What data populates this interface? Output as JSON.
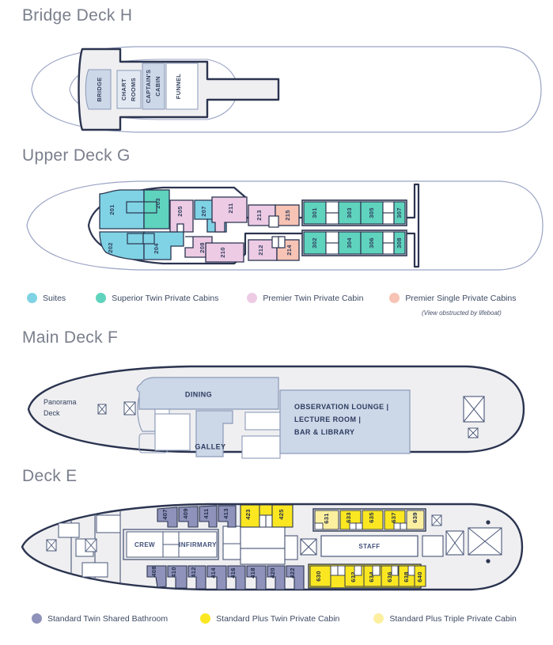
{
  "page": {
    "title": "Ship Deck Plans",
    "background": "#ffffff"
  },
  "colors": {
    "hull_stroke": "#2b3450",
    "hull_fill": "#efeff1",
    "outline_ghost": "#9aa3c4",
    "suites": "#7fd3e4",
    "superior_twin": "#5fd3bd",
    "premier_twin": "#edcbe4",
    "premier_single": "#f6c3b4",
    "standard_twin_shared": "#8f93bb",
    "standard_plus_twin": "#fbe721",
    "standard_plus_triple": "#fcf0a0",
    "public_room": "#ccd7e8",
    "public_room_light": "#dde5f0",
    "title_text": "#7a7f8c"
  },
  "decks": [
    {
      "id": "bridge-deck-h",
      "title": "Bridge Deck H",
      "rooms": [
        {
          "label": "BRIDGE"
        },
        {
          "label": "CHART ROOMS"
        },
        {
          "label": "CAPTAIN'S CABIN"
        },
        {
          "label": "FUNNEL"
        }
      ]
    },
    {
      "id": "upper-deck-g",
      "title": "Upper Deck G",
      "cabins": {
        "suites": [
          "201",
          "202",
          "204",
          "207"
        ],
        "superior_twin": [
          "203",
          "301",
          "302",
          "303",
          "304",
          "305",
          "306",
          "307",
          "308"
        ],
        "premier_twin": [
          "205",
          "208",
          "210",
          "211",
          "212",
          "213"
        ],
        "premier_single": [
          "214",
          "215"
        ]
      },
      "legend": {
        "items": [
          {
            "label": "Suites",
            "color": "#7fd3e4"
          },
          {
            "label": "Superior Twin Private Cabins",
            "color": "#5fd3bd"
          },
          {
            "label": "Premier Twin Private Cabin",
            "color": "#edcbe4"
          },
          {
            "label": "Premier Single Private Cabins",
            "color": "#f6c3b4"
          }
        ],
        "note": "(View obstructed by lifeboat)"
      }
    },
    {
      "id": "main-deck-f",
      "title": "Main Deck F",
      "rooms": [
        {
          "label": "Panorama Deck"
        },
        {
          "label": "DINING"
        },
        {
          "label": "GALLEY"
        },
        {
          "label": "OBSERVATION LOUNGE | LECTURE ROOM | BAR & LIBRARY"
        }
      ]
    },
    {
      "id": "deck-e",
      "title": "Deck E",
      "rooms": [
        {
          "label": "CREW"
        },
        {
          "label": "INFIRMARY"
        },
        {
          "label": "STAFF"
        }
      ],
      "cabins": {
        "standard_twin_shared_top": [
          "407",
          "409",
          "411",
          "413"
        ],
        "standard_twin_shared_bottom": [
          "408",
          "410",
          "412",
          "414",
          "416",
          "418",
          "420",
          "422"
        ],
        "standard_plus_twin_top": [
          "423",
          "425",
          "633",
          "635",
          "637"
        ],
        "standard_plus_twin_bottom": [
          "630",
          "632",
          "634",
          "636",
          "638",
          "640"
        ],
        "standard_plus_triple_top": [
          "631",
          "639"
        ]
      },
      "legend": {
        "items": [
          {
            "label": "Standard Twin Shared Bathroom",
            "color": "#8f93bb"
          },
          {
            "label": "Standard Plus Twin Private Cabin",
            "color": "#fbe721"
          },
          {
            "label": "Standard Plus Triple Private Cabin",
            "color": "#fcf0a0"
          }
        ]
      }
    }
  ]
}
